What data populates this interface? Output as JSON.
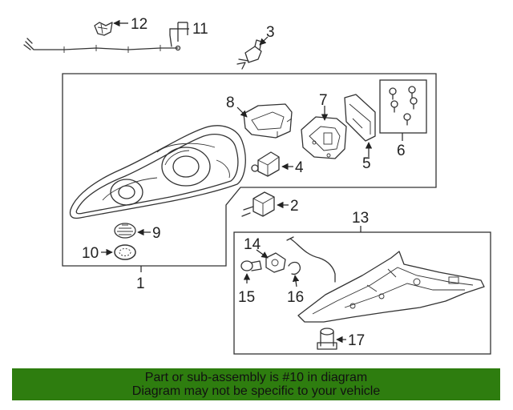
{
  "callouts": {
    "c1": "1",
    "c2": "2",
    "c3": "3",
    "c4": "4",
    "c5": "5",
    "c6": "6",
    "c7": "7",
    "c8": "8",
    "c9": "9",
    "c10": "10",
    "c11": "11",
    "c12": "12",
    "c13": "13",
    "c14": "14",
    "c15": "15",
    "c16": "16",
    "c17": "17"
  },
  "banner": {
    "line1": "Part or sub-assembly is #10 in diagram",
    "line2": "Diagram may not be specific to your vehicle",
    "color": "#2e7d0f"
  },
  "highlighted_part": "10"
}
